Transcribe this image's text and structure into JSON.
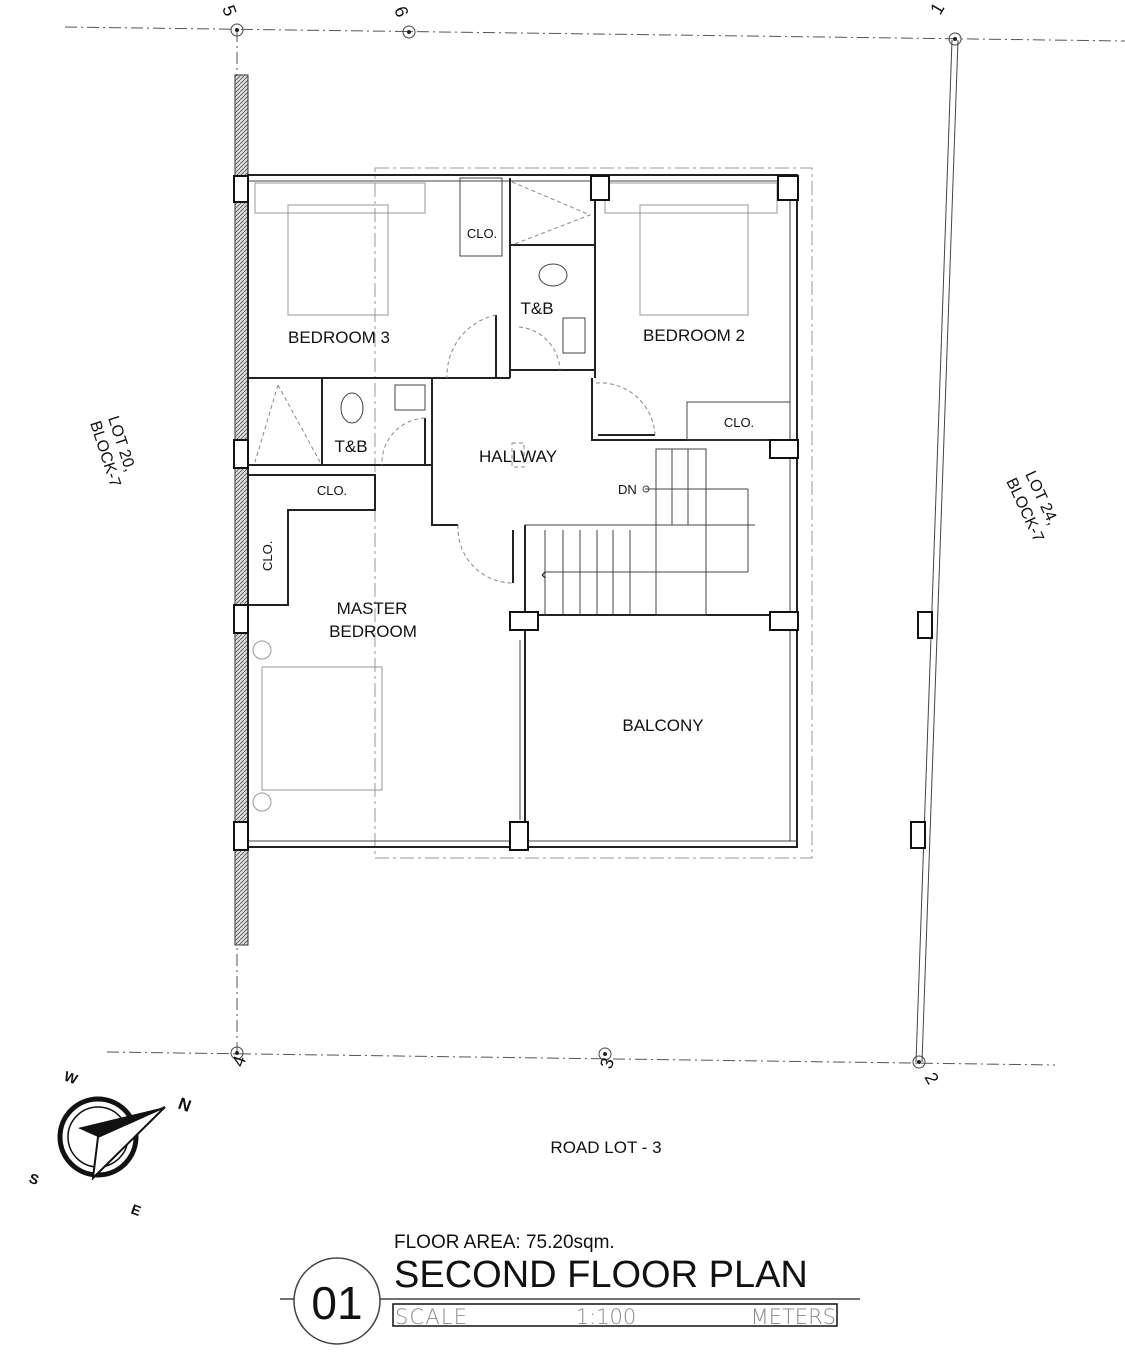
{
  "grid_markers": {
    "g1": "1",
    "g2": "2",
    "g3": "3",
    "g4": "4",
    "g5": "5",
    "g6": "6"
  },
  "neighbors": {
    "left": [
      "LOT 20,",
      "BLOCK-7"
    ],
    "right": [
      "LOT 24,",
      "BLOCK-7"
    ],
    "bottom": "ROAD LOT - 3"
  },
  "rooms": {
    "bedroom3": "BEDROOM 3",
    "bedroom2": "BEDROOM 2",
    "tb_top": "T&B",
    "tb_left": "T&B",
    "hallway": "HALLWAY",
    "master": [
      "MASTER",
      "BEDROOM"
    ],
    "balcony": "BALCONY",
    "clo_b3": "CLO.",
    "clo_b2": "CLO.",
    "clo_master_top": "CLO.",
    "clo_master_side": "CLO.",
    "stair_dn": "DN"
  },
  "compass": {
    "n": "N",
    "s": "S",
    "e": "E",
    "w": "W"
  },
  "title_block": {
    "number": "01",
    "floor_area": "FLOOR AREA: 75.20sqm.",
    "title": "SECOND FLOOR PLAN",
    "scale_label": "SCALE",
    "scale_value": "1:100",
    "units": "METERS"
  }
}
